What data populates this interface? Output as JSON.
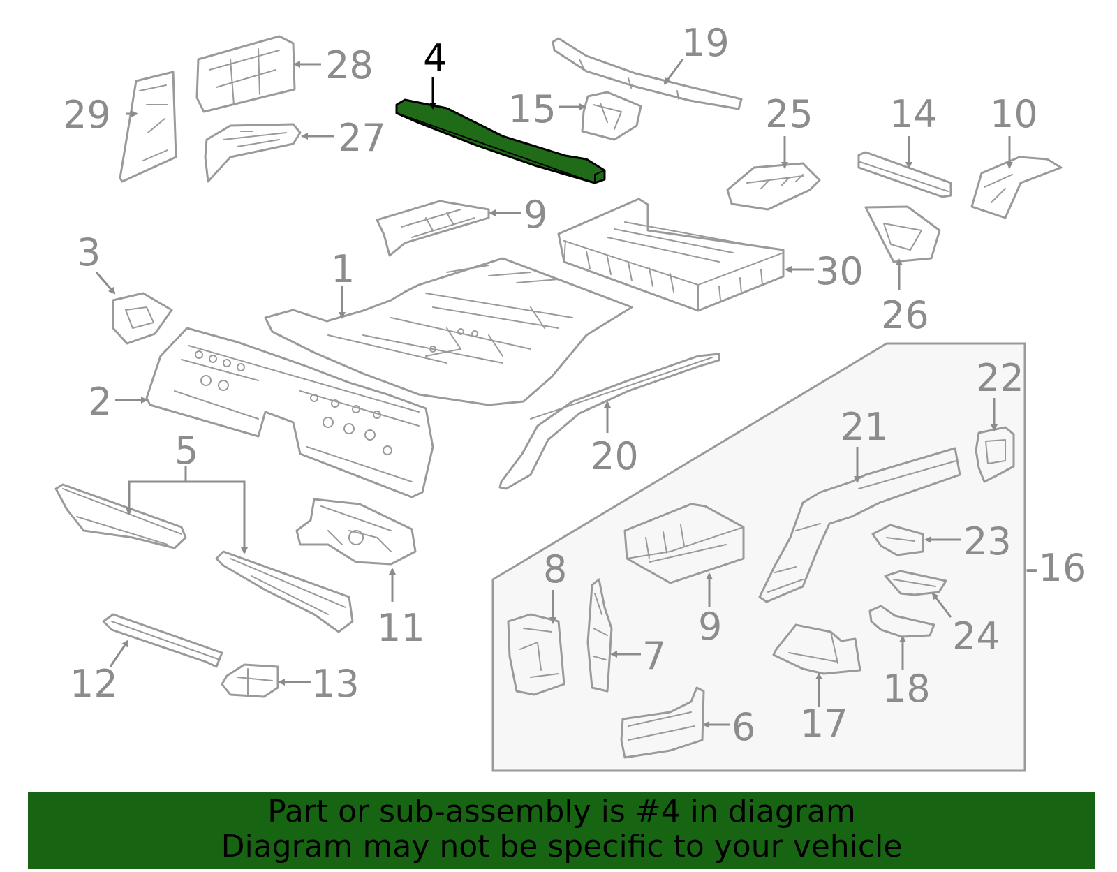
{
  "highlight_color": "#1f6b17",
  "banner": {
    "color": "#176412",
    "line1": "Part or sub-assembly is #4 in diagram",
    "line2": "Diagram may not be specific to your vehicle"
  },
  "callouts": {
    "c1": "1",
    "c2": "2",
    "c3": "3",
    "c4": "4",
    "c5": "5",
    "c6": "6",
    "c7": "7",
    "c8": "8",
    "c9": "9",
    "c9b": "9",
    "c10": "10",
    "c11": "11",
    "c12": "12",
    "c13": "13",
    "c14": "14",
    "c15": "15",
    "c16": "-16",
    "c17": "17",
    "c18": "18",
    "c19": "19",
    "c20": "20",
    "c21": "21",
    "c22": "22",
    "c23": "23",
    "c24": "24",
    "c25": "25",
    "c26": "26",
    "c27": "27",
    "c28": "28",
    "c29": "29",
    "c30": "30"
  }
}
